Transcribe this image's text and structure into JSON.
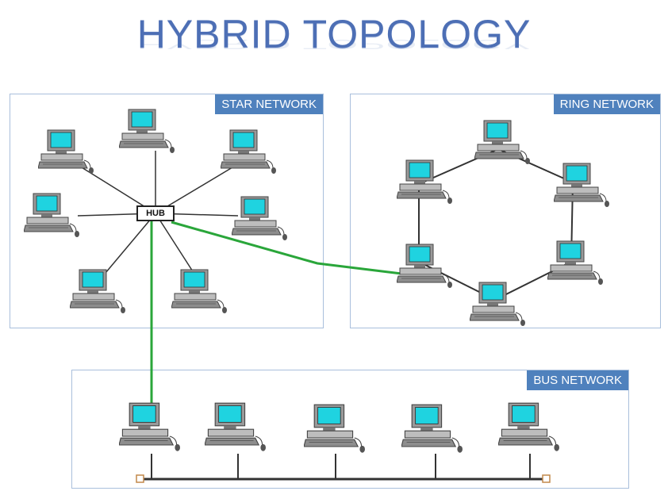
{
  "title": "HYBRID TOPOLOGY",
  "star": {
    "label": "STAR NETWORK",
    "hub_label": "HUB"
  },
  "ring": {
    "label": "RING NETWORK"
  },
  "bus": {
    "label": "BUS NETWORK"
  },
  "colors": {
    "title": "#4d6fb5",
    "label_bg": "#4f81bd",
    "panel_border": "#a9bfdc",
    "link_green": "#2aa63a",
    "screen_cyan": "#1fd3e0"
  },
  "icons": [
    "computer-icon",
    "hub-box",
    "bus-terminator"
  ]
}
